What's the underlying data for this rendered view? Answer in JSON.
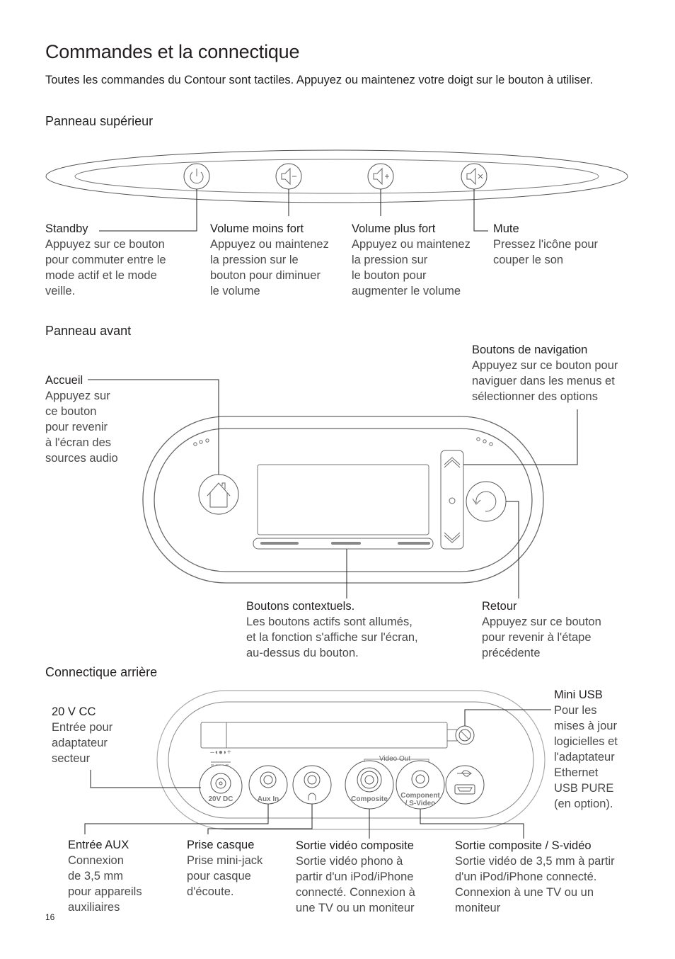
{
  "title": "Commandes et la connectique",
  "intro": "Toutes les commandes du Contour sont tactiles. Appuyez ou maintenez votre doigt sur le bouton à utiliser.",
  "sections": {
    "top": "Panneau supérieur",
    "front": "Panneau avant",
    "rear": "Connectique arrière"
  },
  "top_panel": {
    "standby": {
      "title": "Standby",
      "desc": "Appuyez sur ce bouton\npour commuter entre le\nmode actif et le mode\nveille."
    },
    "vol_down": {
      "title": "Volume moins fort",
      "desc": "Appuyez ou maintenez\nla pression sur le\nbouton pour diminuer\nle volume"
    },
    "vol_up": {
      "title": "Volume plus fort",
      "desc": "Appuyez ou maintenez\nla pression sur\nle bouton pour\naugmenter le volume"
    },
    "mute": {
      "title": "Mute",
      "desc": "Pressez l'icône pour\ncouper le son"
    }
  },
  "front_panel": {
    "nav": {
      "title": "Boutons de navigation",
      "desc": "Appuyez sur ce bouton pour\nnaviguer dans les menus et\nsélectionner des options"
    },
    "home": {
      "title": "Accueil",
      "desc": "Appuyez sur\nce bouton\npour revenir\nà l'écran des\nsources audio"
    },
    "context": {
      "title": "Boutons contextuels.",
      "desc": "Les boutons actifs sont allumés,\net la fonction s'affiche sur l'écran,\nau-dessus du bouton."
    },
    "back": {
      "title": "Retour",
      "desc": "Appuyez sur ce bouton\npour revenir à l'étape\nprécédente"
    }
  },
  "rear_panel": {
    "dc": {
      "title": "20 V CC",
      "desc": "Entrée pour\nadaptateur\nsecteur"
    },
    "usb": {
      "title": "Mini USB",
      "desc": "Pour les\nmises à jour\nlogicielles et\nl'adaptateur\nEthernet\nUSB PURE\n(en option)."
    },
    "aux": {
      "title": "Entrée AUX",
      "desc": "Connexion\nde 3,5 mm\npour appareils\nauxiliaires"
    },
    "headphone": {
      "title": "Prise casque",
      "desc": "Prise mini-jack\npour casque\nd'écoute."
    },
    "composite": {
      "title": "Sortie vidéo composite",
      "desc": "Sortie vidéo phono à\npartir d'un iPod/iPhone\nconnecté. Connexion à\nune TV ou un moniteur"
    },
    "component": {
      "title": "Sortie composite / S-vidéo",
      "desc": "Sortie vidéo de 3,5 mm à partir\nd'un iPod/iPhone connecté.\nConnexion à une TV ou un\nmoniteur"
    },
    "port_labels": {
      "dc": "20V DC",
      "aux": "Aux In",
      "composite": "Composite",
      "component_1": "Component",
      "component_2": "/ S-Video",
      "video_out": "Video Out",
      "polarity": "–◖●◗+"
    }
  },
  "page_number": "16"
}
